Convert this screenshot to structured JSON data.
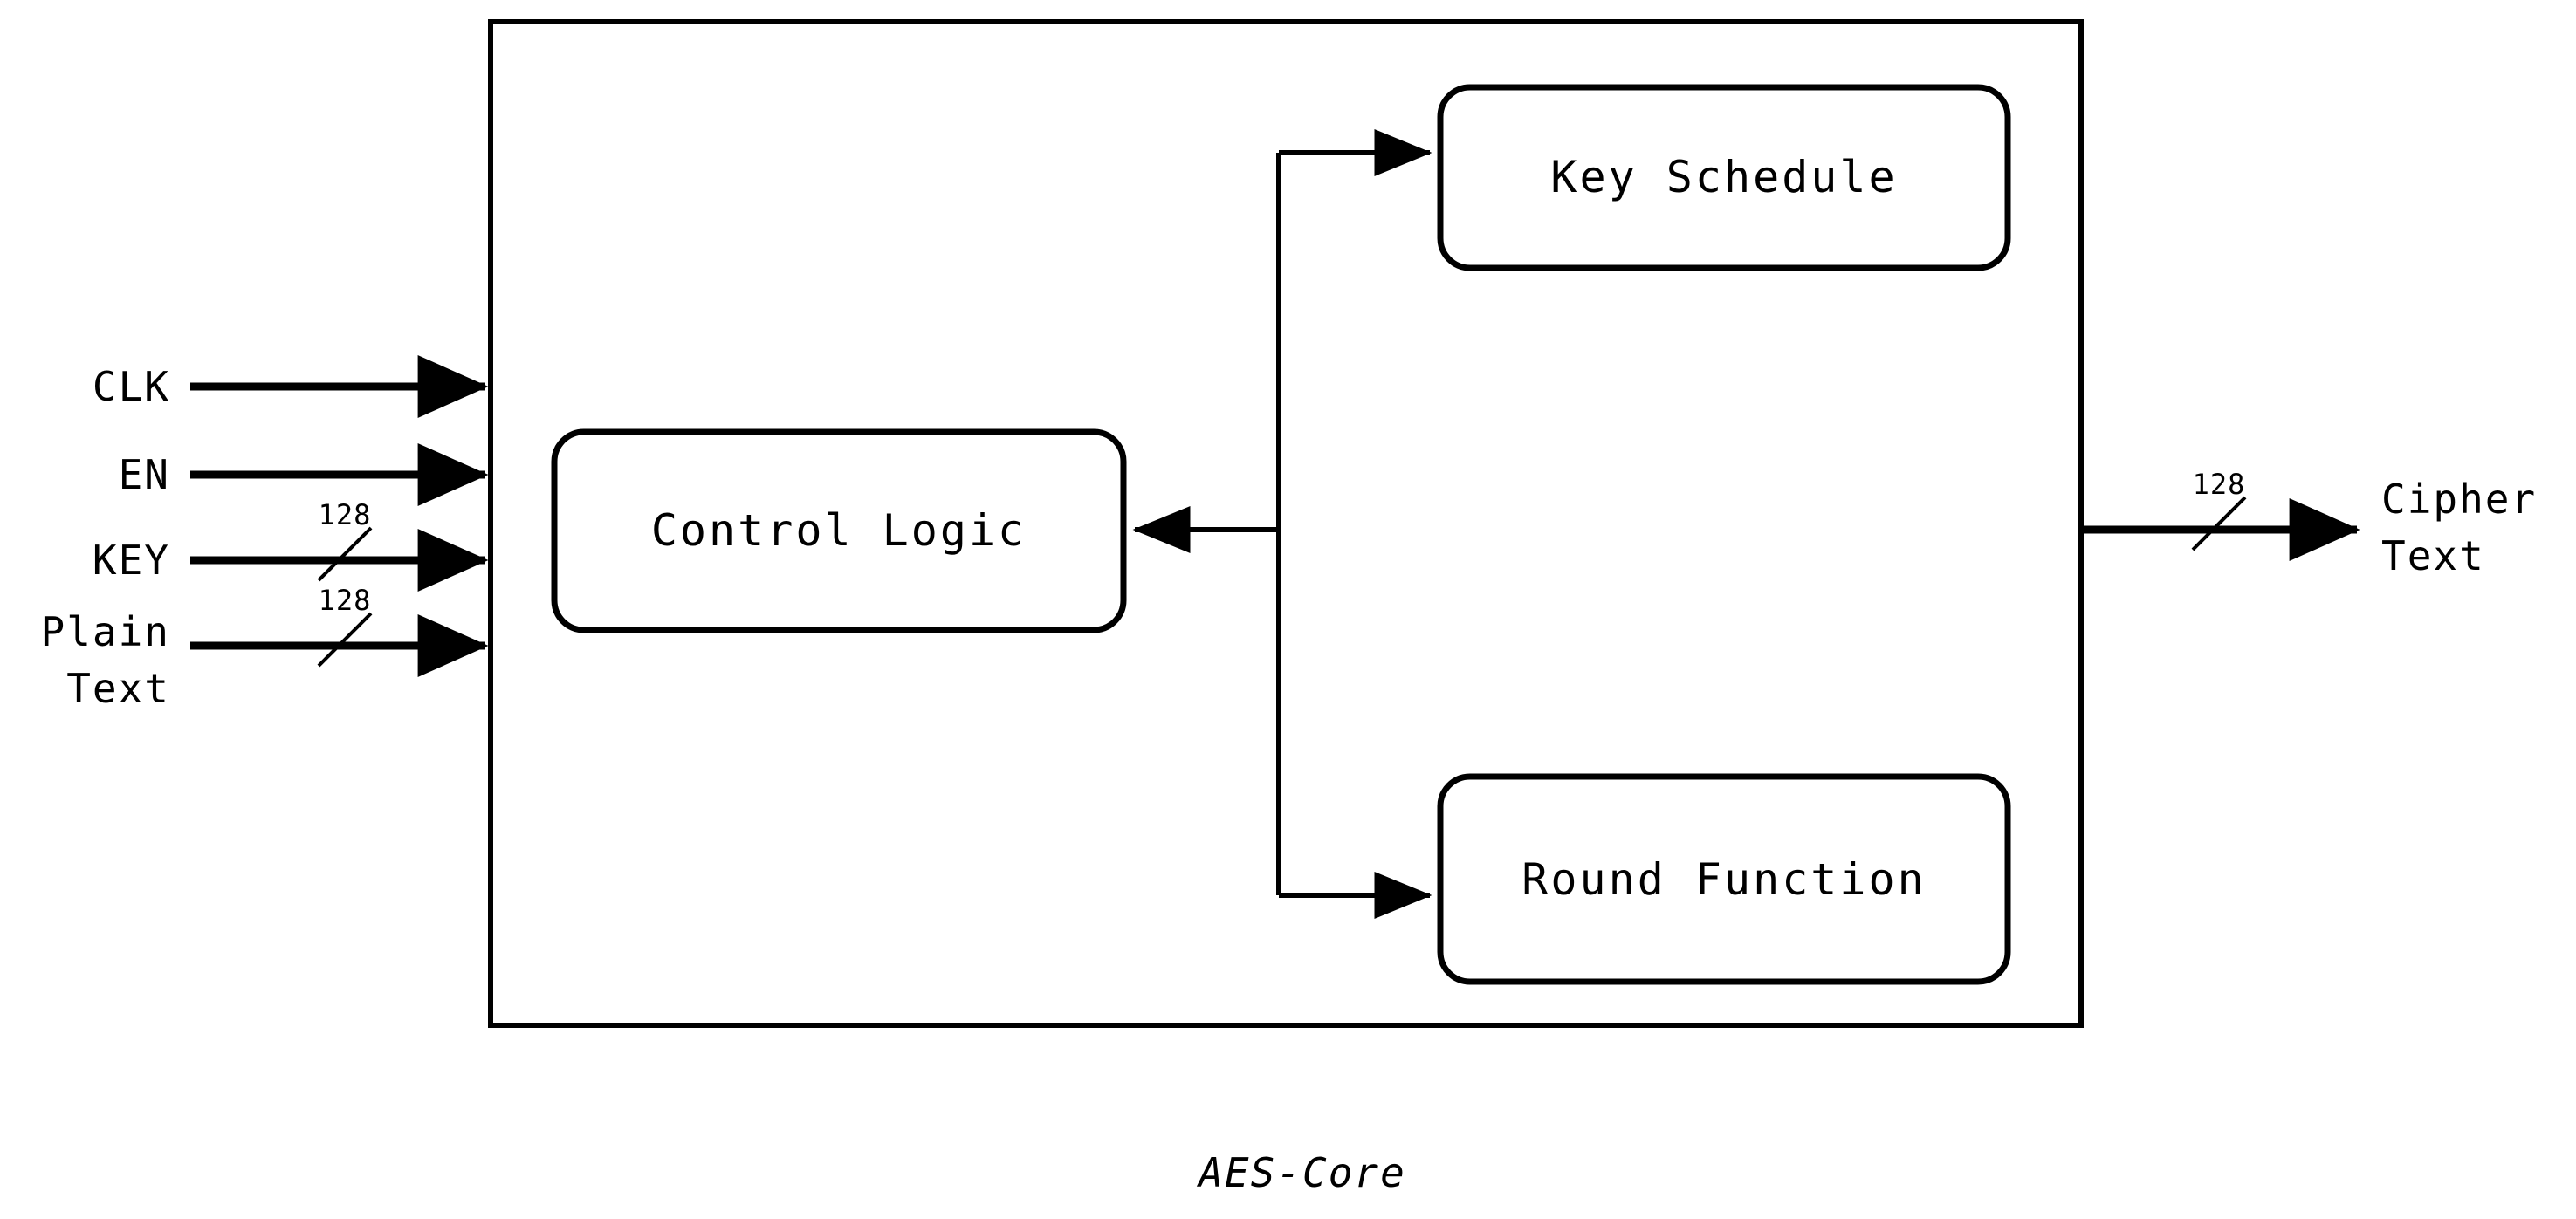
{
  "diagram": {
    "caption": "AES-Core",
    "module_name": "AES-Core",
    "colors": {
      "stroke": "#000000",
      "background": "#ffffff",
      "fill": "#ffffff"
    },
    "inputs": [
      {
        "label": "CLK",
        "width": "",
        "bus": false
      },
      {
        "label": "EN",
        "width": "",
        "bus": false
      },
      {
        "label": "KEY",
        "width": "128",
        "bus": true
      },
      {
        "label": "Plain",
        "label2": "Text",
        "width": "128",
        "bus": true
      }
    ],
    "outputs": [
      {
        "label": "Cipher",
        "label2": "Text",
        "width": "128",
        "bus": true
      }
    ],
    "blocks": [
      {
        "id": "key-schedule",
        "label": "Key Schedule"
      },
      {
        "id": "control-logic",
        "label": "Control Logic"
      },
      {
        "id": "round-function",
        "label": "Round Function"
      }
    ],
    "connections": [
      {
        "from": "bus-trunk",
        "to": "key-schedule",
        "direction": "right"
      },
      {
        "from": "bus-trunk",
        "to": "control-logic",
        "direction": "left"
      },
      {
        "from": "bus-trunk",
        "to": "round-function",
        "direction": "right"
      }
    ]
  }
}
